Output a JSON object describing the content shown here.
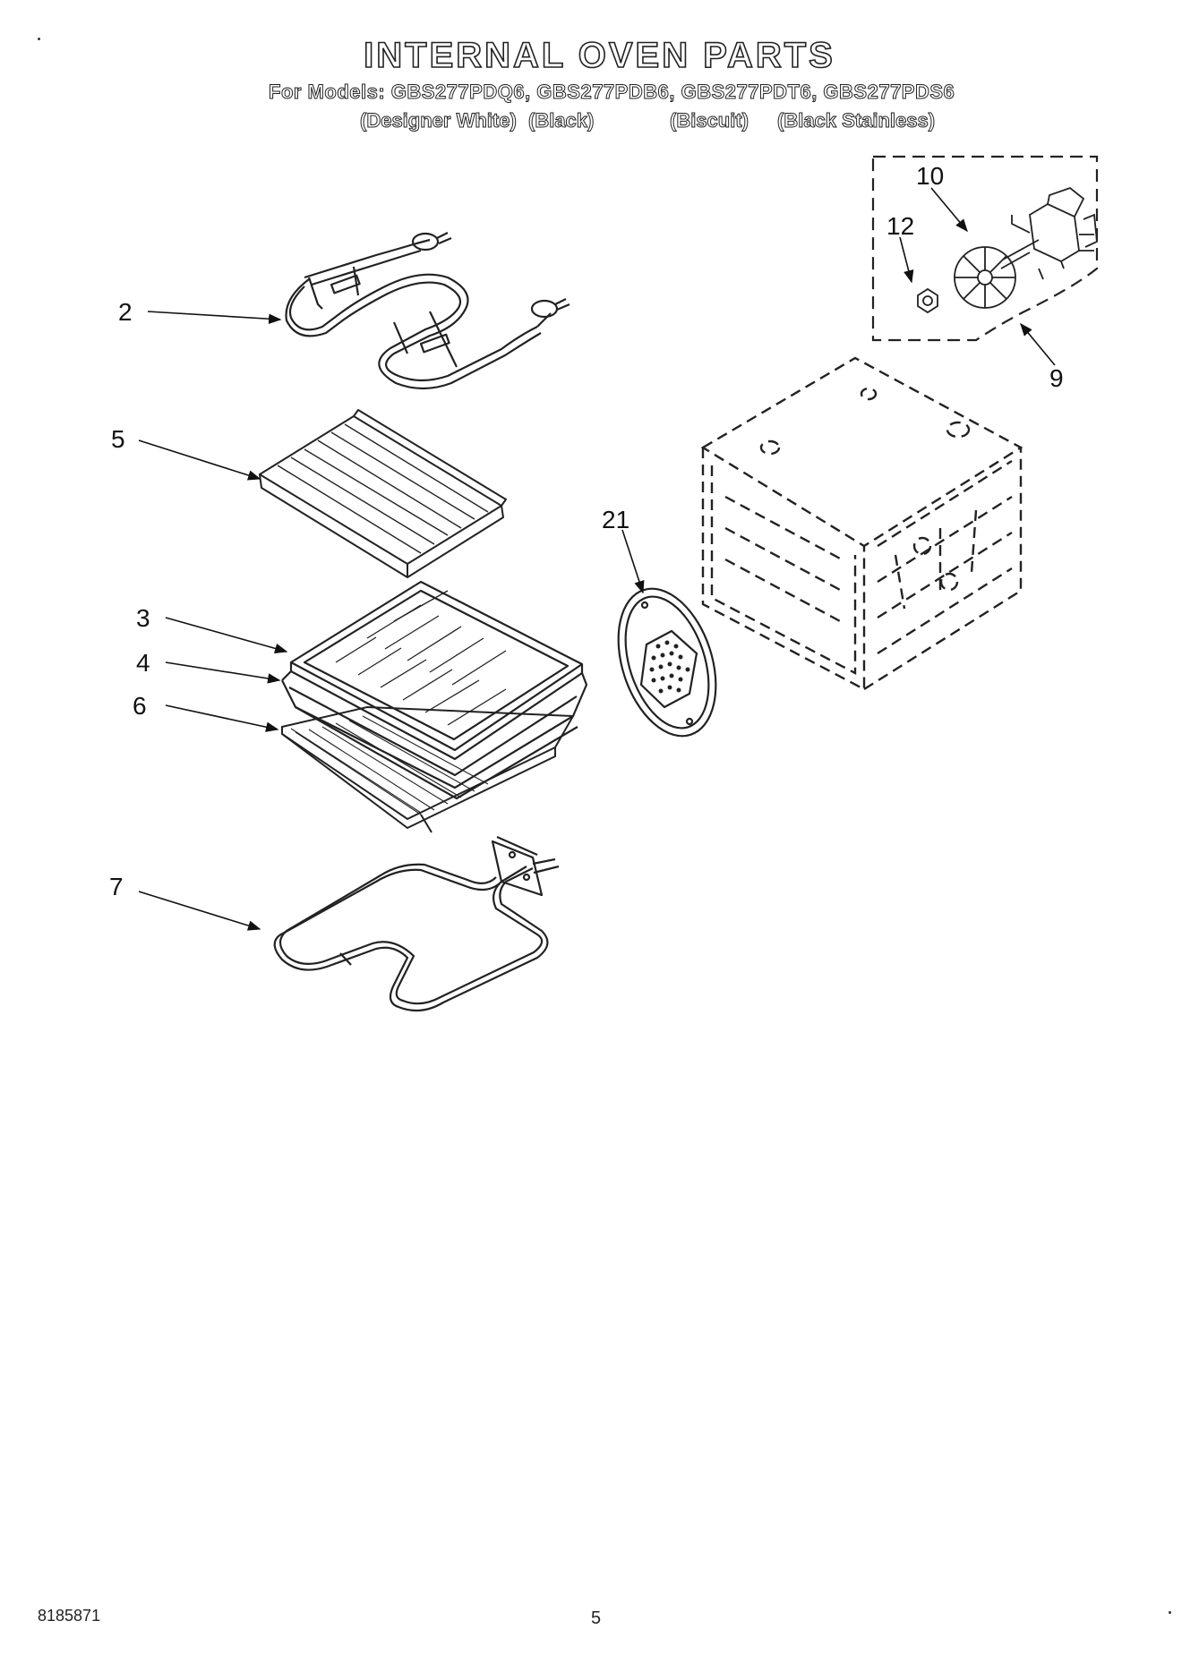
{
  "header": {
    "title": "INTERNAL OVEN PARTS",
    "models": "For Models: GBS277PDQ6, GBS277PDB6, GBS277PDT6, GBS277PDS6",
    "colors": [
      "(Designer White)",
      "(Black)",
      "(Biscuit)",
      "(Black Stainless)"
    ]
  },
  "callouts": {
    "c2": "2",
    "c5": "5",
    "c3": "3",
    "c4": "4",
    "c6": "6",
    "c7": "7",
    "c21": "21",
    "c10": "10",
    "c12": "12",
    "c9": "9"
  },
  "footer": {
    "part_number": "8185871",
    "page_number": "5"
  }
}
